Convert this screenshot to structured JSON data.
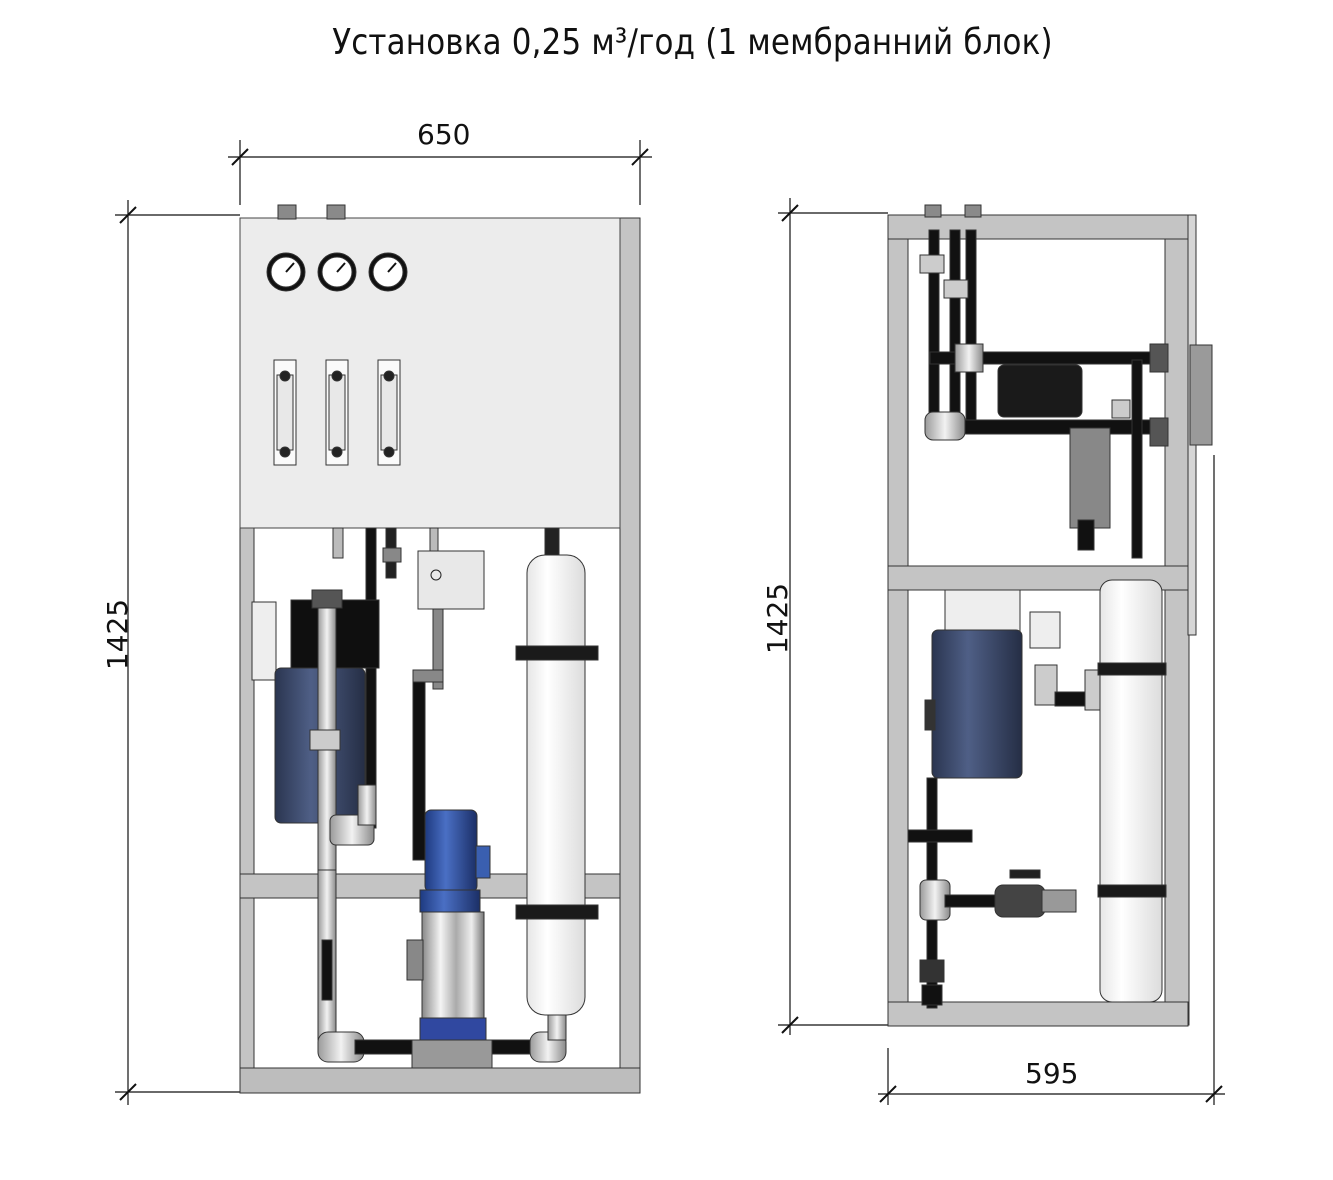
{
  "title": "Установка 0,25 м³/год (1 мембранний блок)",
  "front_view": {
    "width_dimension": "650",
    "height_dimension": "1425",
    "gauges_count": 3,
    "flowmeters_count": 3
  },
  "side_view": {
    "height_dimension": "1425",
    "depth_dimension": "595"
  },
  "colors": {
    "frame": "#b9b9b9",
    "panel": "#ececec",
    "pipe": "#111111",
    "pump_motor": "#2f4f9e",
    "filter_housing": "#3a4a6e",
    "membrane": "#f7f7f7"
  }
}
